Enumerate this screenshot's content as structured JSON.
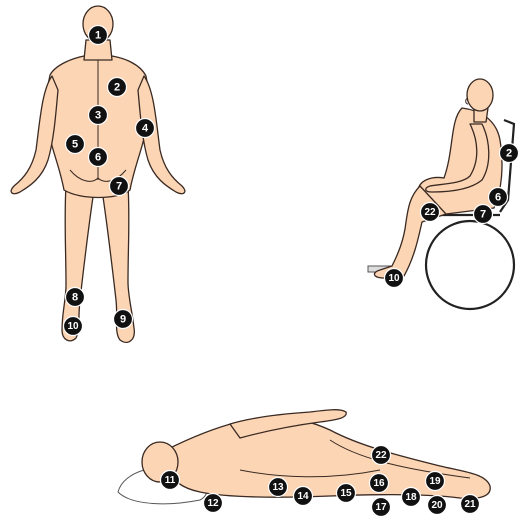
{
  "diagram": {
    "figures": [
      {
        "id": "standing-back",
        "markers": [
          "1",
          "2",
          "3",
          "4",
          "5",
          "6",
          "7",
          "8",
          "9",
          "10"
        ]
      },
      {
        "id": "seated-wheelchair",
        "markers": [
          "2",
          "6",
          "7",
          "22",
          "10"
        ]
      },
      {
        "id": "lying-side",
        "markers": [
          "11",
          "12",
          "13",
          "14",
          "15",
          "16",
          "17",
          "18",
          "19",
          "20",
          "21",
          "22"
        ]
      }
    ]
  },
  "colors": {
    "skin": "#fcd5b5",
    "outline": "#3a2a22",
    "marker_fill": "#111111",
    "marker_text": "#ffffff"
  }
}
